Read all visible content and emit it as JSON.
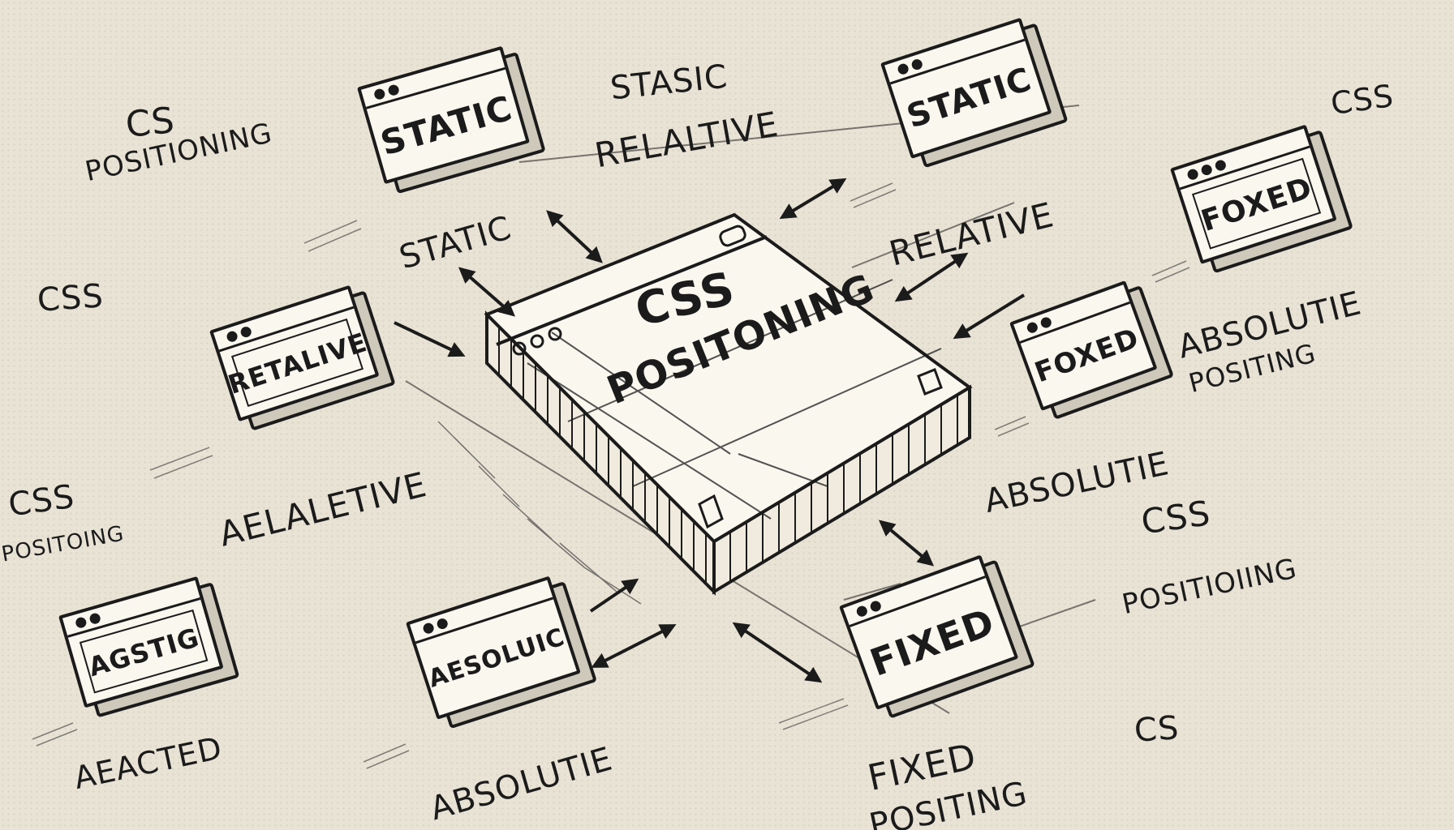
{
  "diagram": {
    "center": {
      "line1": "CSS",
      "line2": "POSITONING"
    },
    "boxes": [
      {
        "id": "static-top",
        "title": "STATIC"
      },
      {
        "id": "static-right",
        "title": "STATIC"
      },
      {
        "id": "foxed-top",
        "title": "FOXED"
      },
      {
        "id": "retalive",
        "title": "RETALIVE"
      },
      {
        "id": "foxed-mid",
        "title": "FOXED"
      },
      {
        "id": "agstig",
        "title": "AGSTIG"
      },
      {
        "id": "aesoluic",
        "title": "AESOLUIC"
      },
      {
        "id": "fixed",
        "title": "FIXED"
      }
    ],
    "labels": {
      "css_positioning_tl": [
        "CS",
        "POSITIONING"
      ],
      "stasic": "STASIC",
      "relative_top": "RELALTIVE",
      "static_mid": "STATIC",
      "css_tr": "CSS",
      "relative_right": "RELATIVE",
      "css_left": "CSS",
      "absolutie_positing": [
        "ABSOLUTIE",
        "POSITING"
      ],
      "aelaletive": "AELALETIVE",
      "css_positoing": [
        "CSS",
        "POSITOING"
      ],
      "absolutie_right": "ABSOLUTIE",
      "css_positioiing": [
        "CSS",
        "POSITIOIING"
      ],
      "aeacted": "AEACTED",
      "absolutie_bottom": "ABSOLUTIE",
      "fixed_positing": [
        "FIXED",
        "POSITING"
      ],
      "cs_br": "CS"
    }
  }
}
